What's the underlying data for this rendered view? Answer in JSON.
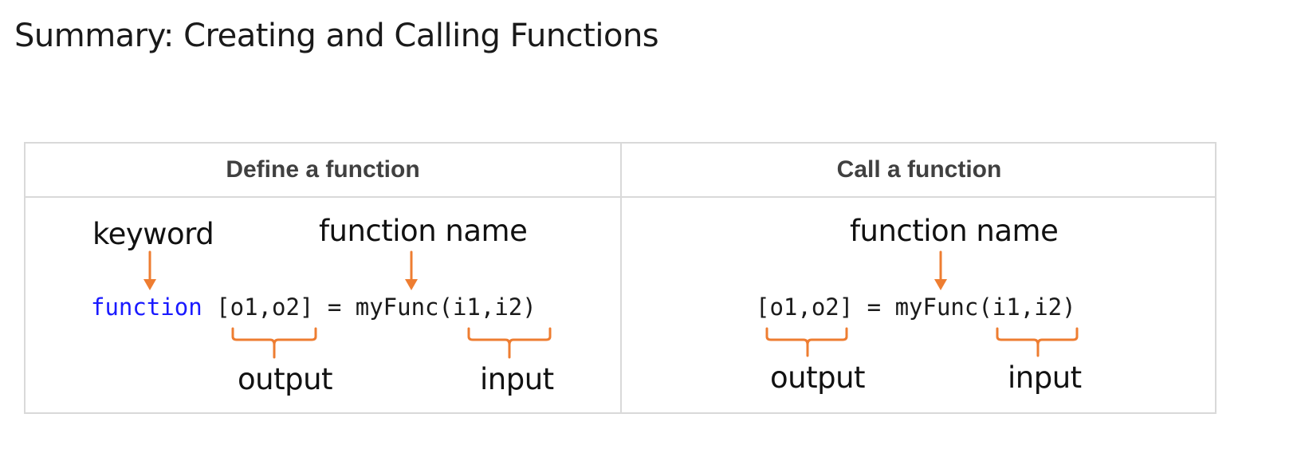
{
  "page": {
    "title": "Summary: Creating and Calling Functions"
  },
  "table": {
    "headers": [
      "Define a function",
      "Call a function"
    ],
    "define": {
      "keyword_label": "keyword",
      "function_name_label": "function name",
      "code_keyword": "function",
      "code_rest": " [o1,o2] = myFunc(i1,i2)",
      "output_label": "output",
      "input_label": "input"
    },
    "call": {
      "function_name_label": "function name",
      "code": "[o1,o2] = myFunc(i1,i2)",
      "output_label": "output",
      "input_label": "input"
    }
  },
  "colors": {
    "annotation": "#ee7d31",
    "keyword_code": "#1a1aff",
    "border": "#d9d9d9"
  }
}
